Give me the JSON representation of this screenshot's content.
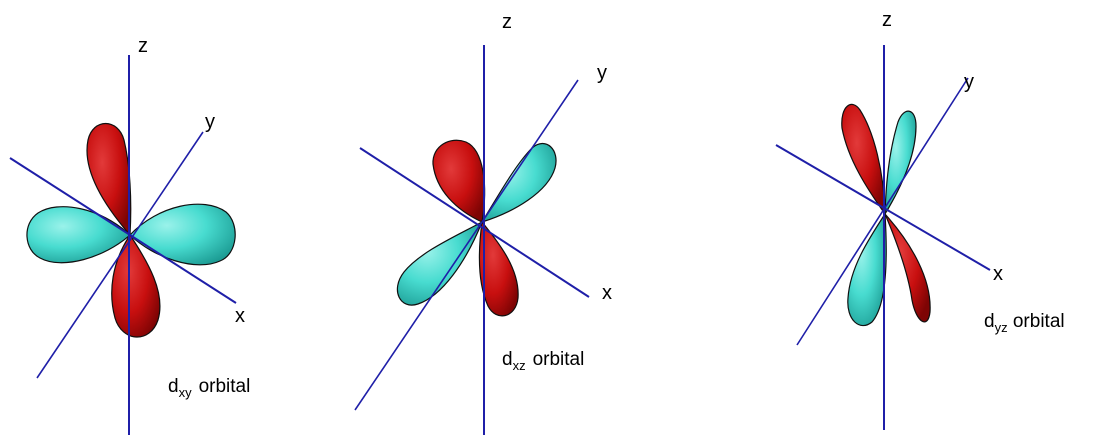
{
  "colors": {
    "axis": "#1f1fa8",
    "lobe_red": "#c80f0f",
    "lobe_red_dark": "#8a0505",
    "lobe_cyan": "#48dcd0",
    "lobe_cyan_dark": "#1c9c94",
    "outline": "#101010"
  },
  "orbitals": [
    {
      "name": "dxy",
      "axis_labels": {
        "x": "x",
        "y": "y",
        "z": "z"
      },
      "caption": {
        "prefix": "d",
        "subscript": "xy",
        "suffix": "orbital"
      }
    },
    {
      "name": "dxz",
      "axis_labels": {
        "x": "x",
        "y": "y",
        "z": "z"
      },
      "caption": {
        "prefix": "d",
        "subscript": "xz",
        "suffix": "orbital"
      }
    },
    {
      "name": "dyz",
      "axis_labels": {
        "x": "x",
        "y": "y",
        "z": "z"
      },
      "caption": {
        "prefix": "d",
        "subscript": "yz",
        "suffix": "orbital"
      }
    }
  ]
}
